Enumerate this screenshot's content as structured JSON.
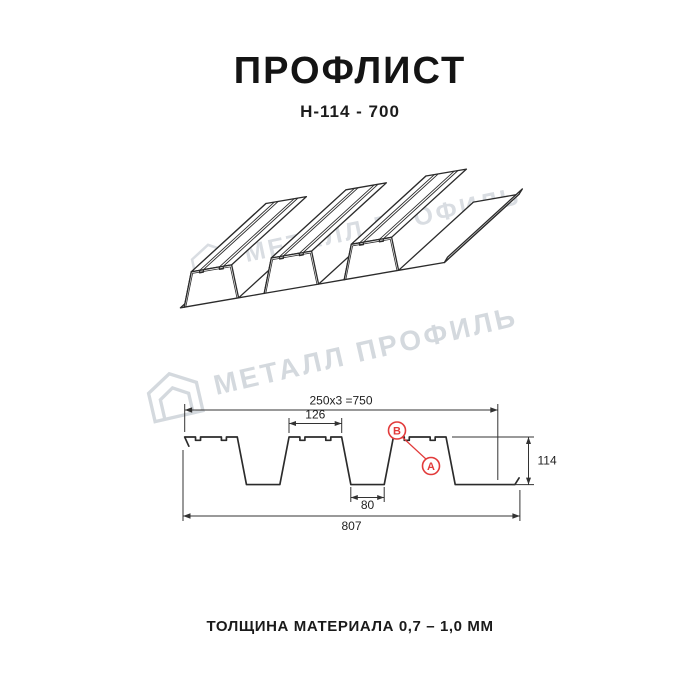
{
  "header": {
    "title": "ПРОФЛИСТ",
    "subtitle": "Н-114 - 700"
  },
  "watermark": {
    "text": "МЕТАЛЛ ПРОФИЛЬ"
  },
  "footer": {
    "caption": "ТОЛЩИНА МАТЕРИАЛА 0,7 – 1,0 ММ"
  },
  "colors": {
    "ink": "#141414",
    "line": "#2b2b2b",
    "accent_red": "#e23b3b",
    "watermark": "#d9dde2"
  },
  "diagram": {
    "dimensions": {
      "module": "250x3 =750",
      "top_flange": "126",
      "height": "114",
      "bottom_gap": "80",
      "total_width": "807"
    },
    "labels": {
      "side_b": "В",
      "side_a": "А"
    }
  }
}
